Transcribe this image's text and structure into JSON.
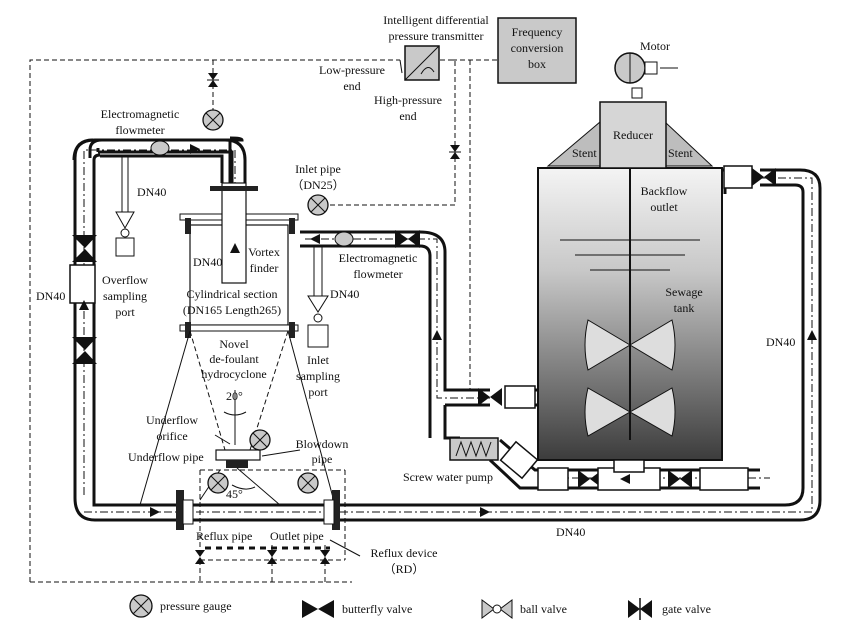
{
  "labels": {
    "transmitter": [
      "Intelligent differential",
      "pressure transmitter"
    ],
    "low_pressure": [
      "Low-pressure",
      "end"
    ],
    "high_pressure": [
      "High-pressure",
      "end"
    ],
    "freq_box": [
      "Frequency",
      "conversion",
      "box"
    ],
    "motor": "Motor",
    "reducer": "Reducer",
    "stent_left": "Stent",
    "stent_right": "Stent",
    "em_flowmeter_top": [
      "Electromagnetic",
      "flowmeter"
    ],
    "dn40_overflow": "DN40",
    "overflow_port": [
      "Overflow",
      "sampling",
      "port"
    ],
    "dn40_left": "DN40",
    "inlet_pipe": [
      "Inlet pipe",
      "（DN25）"
    ],
    "dn40_vortex": "DN40",
    "vortex_finder": [
      "Vortex",
      "finder"
    ],
    "em_flowmeter_mid": [
      "Electromagnetic",
      "flowmeter"
    ],
    "dn40_inlet": "DN40",
    "inlet_port": [
      "Inlet",
      "sampling",
      "port"
    ],
    "cyl_section": [
      "Cylindrical section",
      "(DN165 Length265)"
    ],
    "hydrocyclone": [
      "Novel",
      "de-foulant",
      "hydrocyclone"
    ],
    "angle_20": "20°",
    "underflow_orifice": [
      "Underflow",
      "orifice"
    ],
    "underflow_pipe": "Underflow pipe",
    "blowdown_pipe": [
      "Blowdown",
      "pipe"
    ],
    "angle_45": "45°",
    "reflux_pipe": "Reflux pipe",
    "outlet_pipe": "Outlet pipe",
    "reflux_device": [
      "Reflux device",
      "（RD）"
    ],
    "backflow_outlet": [
      "Backflow",
      "outlet"
    ],
    "sewage_tank": [
      "Sewage",
      "tank"
    ],
    "dn40_right": "DN40",
    "screw_pump": "Screw water pump",
    "dn40_bottom": "DN40"
  },
  "legend": [
    {
      "symbol": "pressure-gauge",
      "label": "pressure gauge"
    },
    {
      "symbol": "butterfly-valve",
      "label": "butterfly valve"
    },
    {
      "symbol": "ball-valve",
      "label": "ball valve"
    },
    {
      "symbol": "gate-valve",
      "label": "gate valve"
    }
  ]
}
